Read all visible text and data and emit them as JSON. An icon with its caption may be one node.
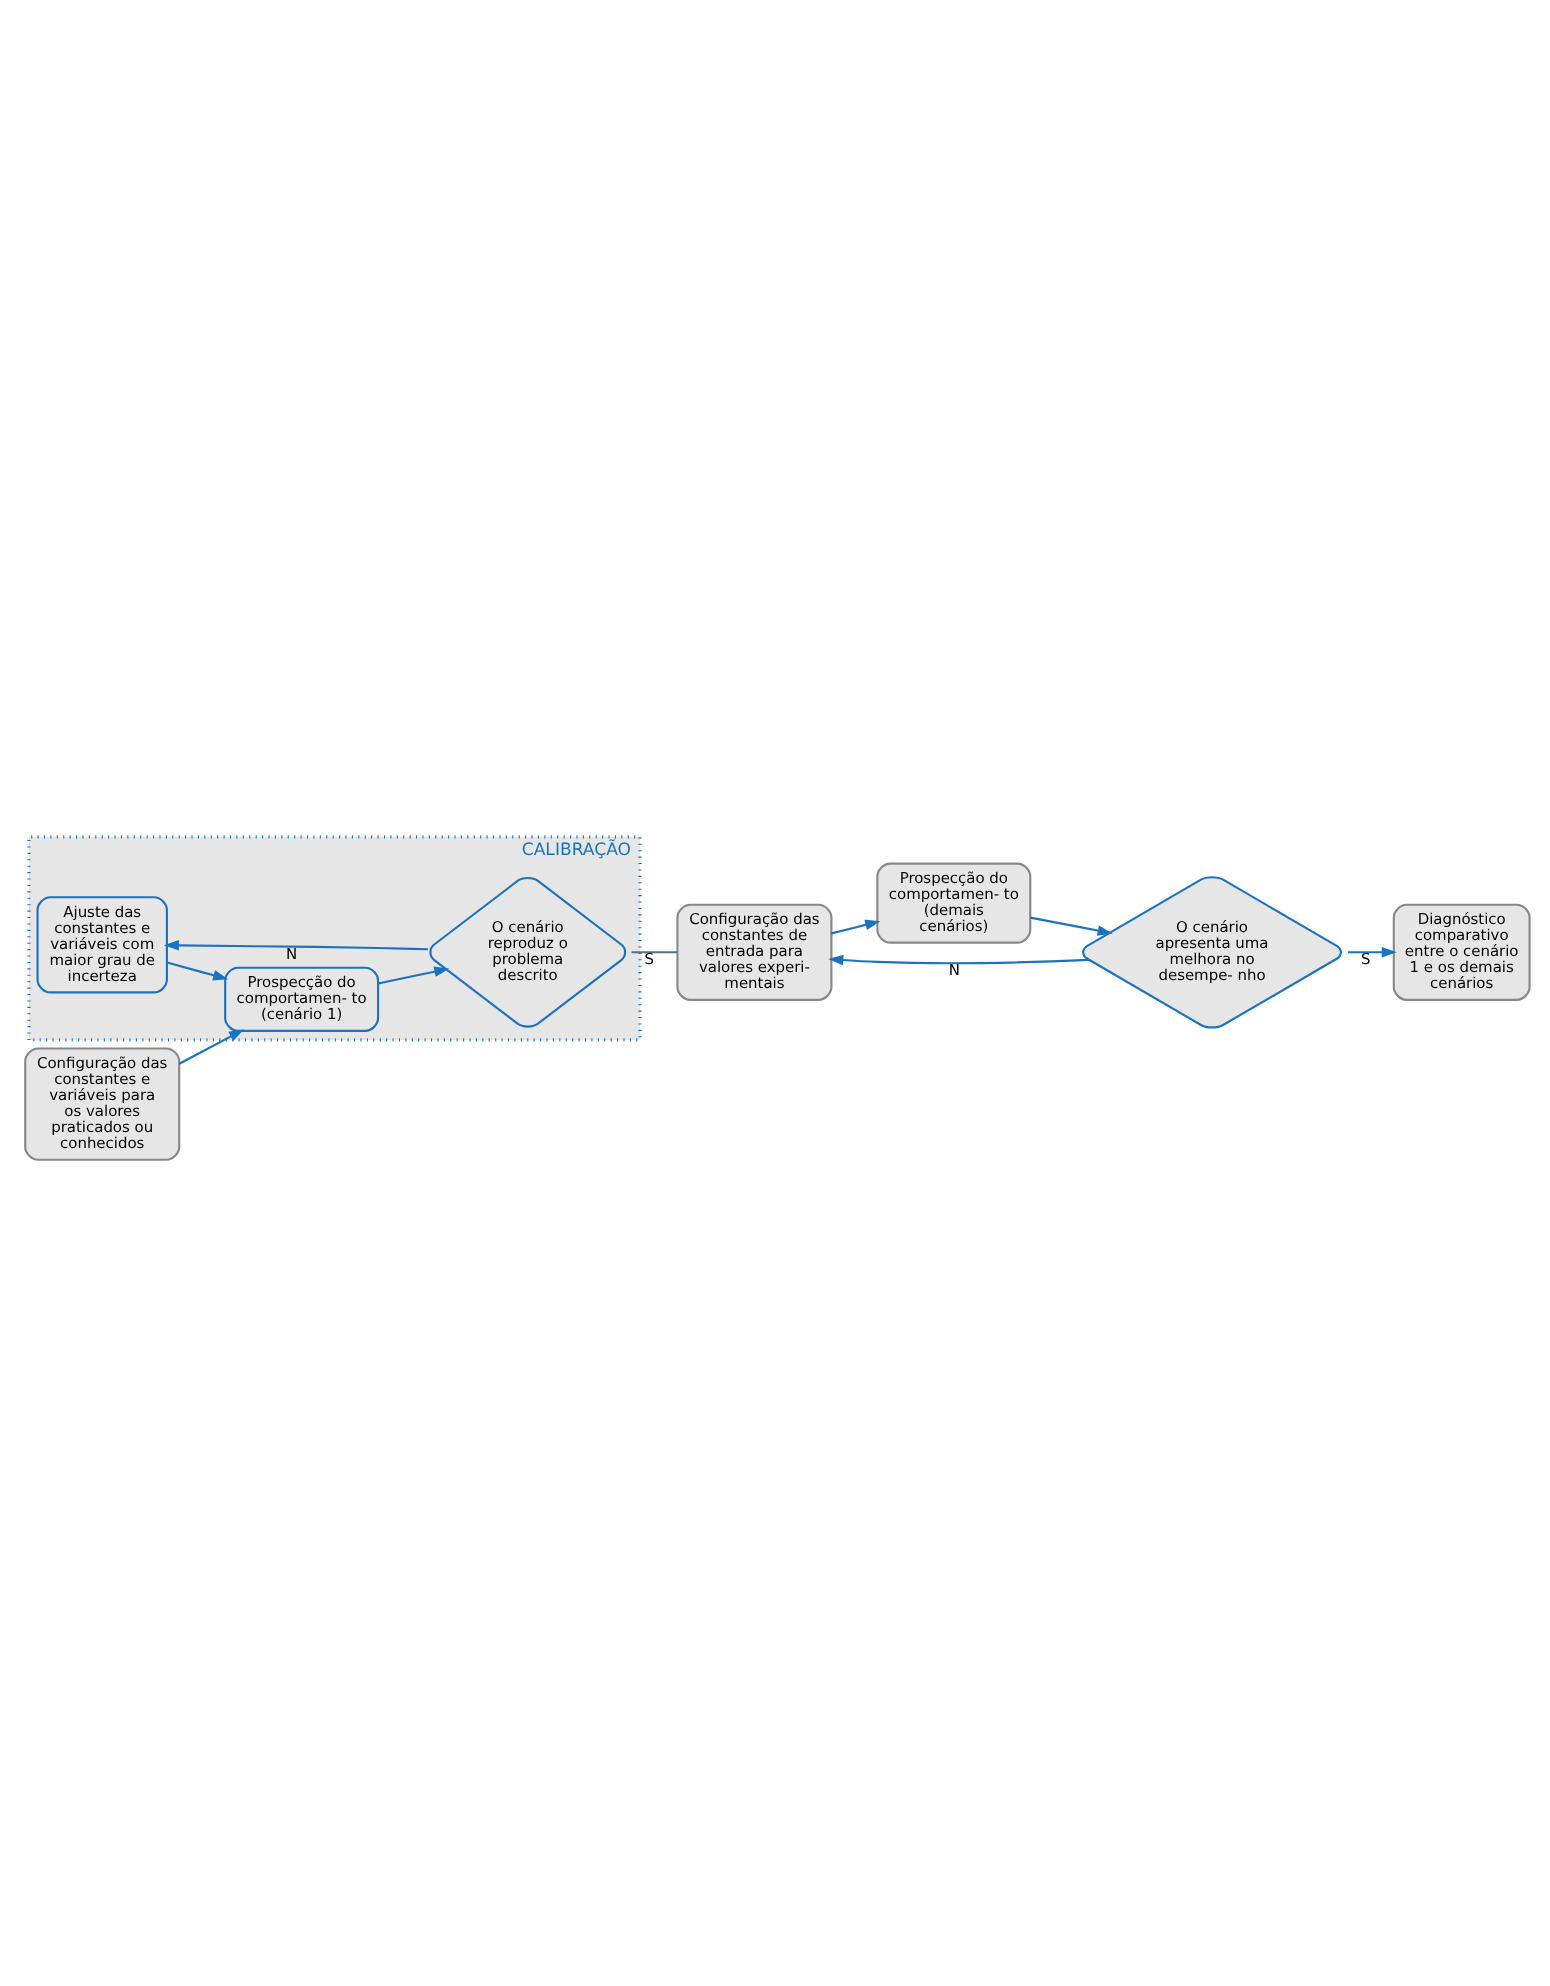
{
  "diagram": {
    "nodes": [
      {
        "text": [
          "CALIBRAÇÃO"
        ]
      },
      {
        "text": [
          "Ajuste das constantes e variáveis com maior grau de incerteza"
        ],
        "in": 0
      },
      {
        "text": [
          "Configuração das constantes e variáveis para os valores praticados ou conhecidos"
        ]
      },
      {
        "text": [
          "Prospecção do comportamen- to (cenário 1)"
        ],
        "in": 0
      },
      {
        "text": [
          "O cenário reproduz o problema descrito"
        ],
        "in": 0
      },
      {
        "text": [
          "Configuração das constantes de entrada para valores experi- mentais"
        ]
      },
      {
        "text": [
          "Prospecção do comportamen- to (demais cenários)"
        ]
      },
      {
        "text": [
          "O cenário apresenta uma melhora no desempe- nho"
        ]
      },
      {
        "text": [
          "Diagnóstico comparativo entre o cenário 1 e os demais cenários"
        ]
      }
    ],
    "edges": [
      {
        "from": 1,
        "to": 3,
        "arrow": "to"
      },
      {
        "from": 2,
        "to": 3,
        "arrow": "to"
      },
      {
        "from": 3,
        "to": 4,
        "arrow": "to"
      },
      {
        "from": 4,
        "to": 1,
        "arrow": "to",
        "label": "N"
      },
      {
        "from": 4,
        "to": 5,
        "arrow": "none",
        "label": "S",
        "color": "#5a6f85"
      },
      {
        "from": 5,
        "to": 6,
        "arrow": "to"
      },
      {
        "from": 6,
        "to": 7,
        "arrow": "to"
      },
      {
        "from": 7,
        "to": 5,
        "arrow": "to",
        "label": "N"
      },
      {
        "from": 7,
        "to": 8,
        "arrow": "to",
        "label": "S"
      }
    ]
  }
}
